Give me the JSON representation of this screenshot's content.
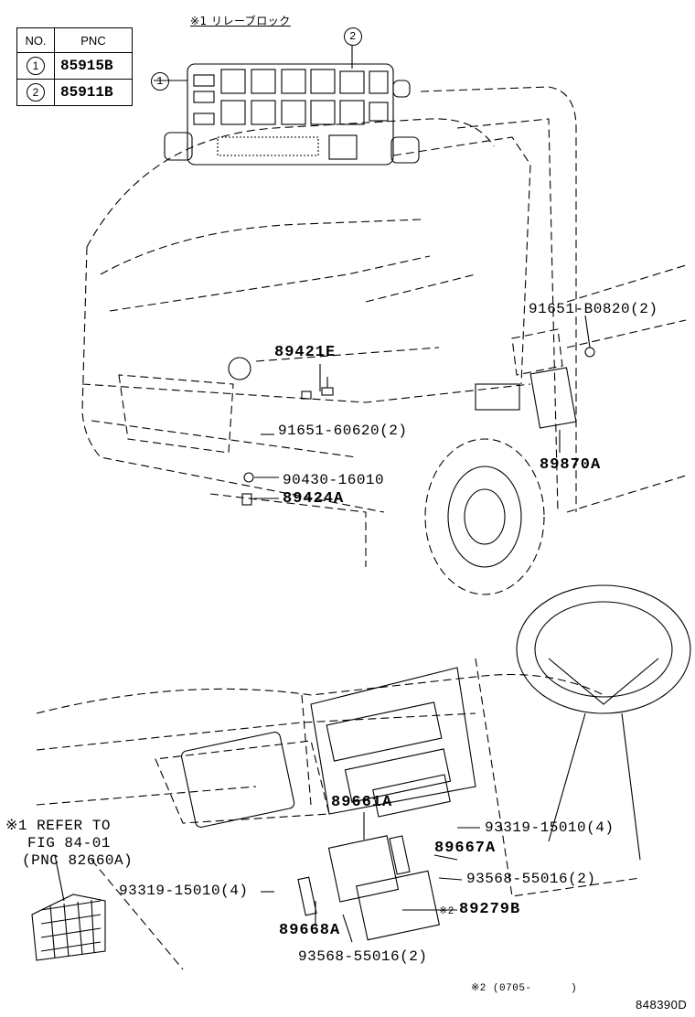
{
  "legend": {
    "headers": [
      "NO.",
      "PNC"
    ],
    "rows": [
      {
        "no": "1",
        "pnc": "85915B"
      },
      {
        "no": "2",
        "pnc": "85911B"
      }
    ]
  },
  "relay_block_label": "※1 リレーブロック",
  "callouts": {
    "c1": "1",
    "c2": "2"
  },
  "parts": {
    "p91651_b0820": "91651-B0820(2)",
    "p89421e": "89421E",
    "p91651_60620": "91651-60620(2)",
    "p89870a": "89870A",
    "p90430": "90430-16010",
    "p89424a": "89424A",
    "p89661a": "89661A",
    "p93319_r": "93319-15010(4)",
    "p89667a": "89667A",
    "p93568_r": "93568-55016(2)",
    "p93319_l": "93319-15010(4)",
    "p89279b": "89279B",
    "mark2": "※2",
    "p89668a": "89668A",
    "p93568_b": "93568-55016(2)"
  },
  "refer": {
    "line1": "※1 REFER TO",
    "line2": "FIG 84-01",
    "line3": "(PNC 82660A)"
  },
  "footnote": "※2 (0705-      )",
  "figure_id": "848390D"
}
